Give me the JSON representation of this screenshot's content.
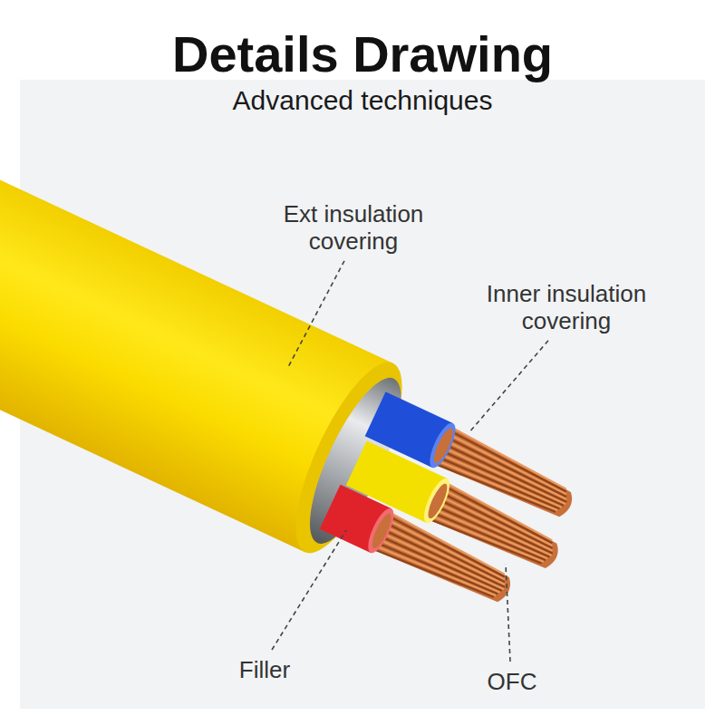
{
  "diagram": {
    "title": "Details Drawing",
    "labels": [
      "Advanced techniques",
      "Ext insulation covering",
      "Inner insulation covering",
      "Filler",
      "OFC"
    ]
  }
}
